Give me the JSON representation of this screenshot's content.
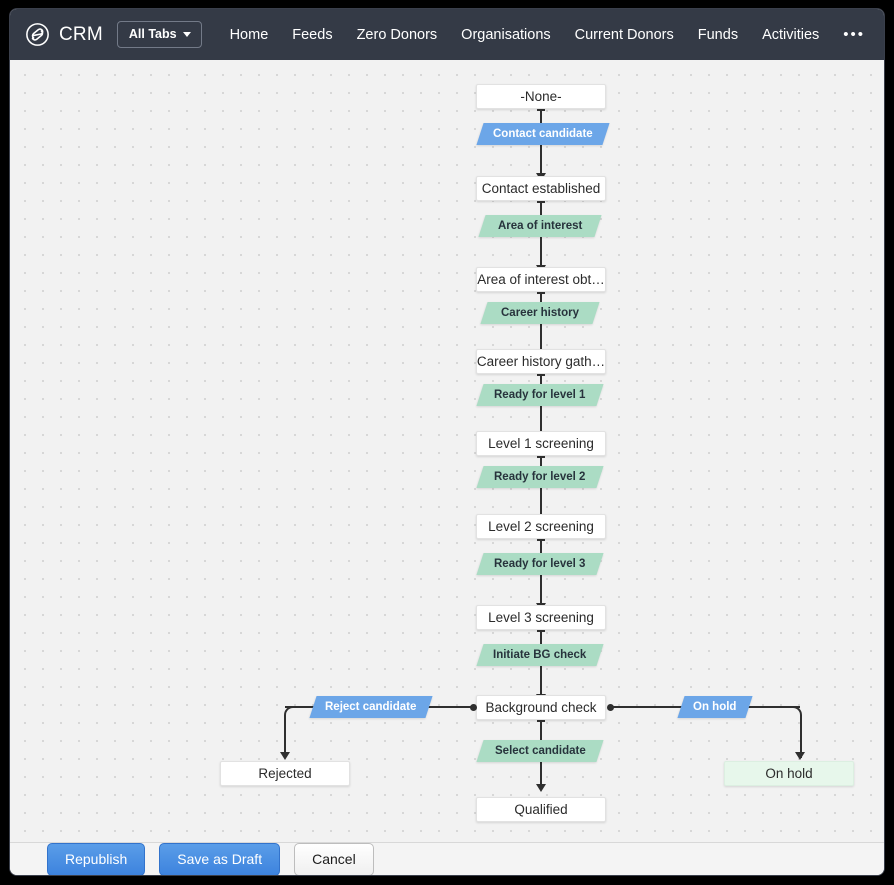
{
  "nav": {
    "brand": "CRM",
    "brand_logo_icon": "infinity-circle-logo-icon",
    "all_tabs_label": "All Tabs",
    "caret_icon": "chevron-down-icon",
    "more_icon": "overflow-ellipsis-icon",
    "more_label": "•••",
    "links": [
      "Home",
      "Feeds",
      "Zero Donors",
      "Organisations",
      "Current Donors",
      "Funds",
      "Activities"
    ],
    "background": "#343a46"
  },
  "diagram": {
    "nodes": [
      {
        "label": "-None-",
        "style": "white"
      },
      {
        "label": "Contact established",
        "style": "white"
      },
      {
        "label": "Area of interest obt…",
        "style": "white"
      },
      {
        "label": "Career history gath…",
        "style": "white"
      },
      {
        "label": "Level 1 screening",
        "style": "white"
      },
      {
        "label": "Level 2 screening",
        "style": "white"
      },
      {
        "label": "Level 3 screening",
        "style": "white"
      },
      {
        "label": "Background check",
        "style": "white"
      },
      {
        "label": "Qualified",
        "style": "white"
      },
      {
        "label": "Rejected",
        "style": "white"
      },
      {
        "label": "On hold",
        "style": "green"
      }
    ],
    "transitions": [
      {
        "label": "Contact candidate",
        "color": "blue"
      },
      {
        "label": "Area of interest",
        "color": "green"
      },
      {
        "label": "Career history",
        "color": "green"
      },
      {
        "label": "Ready for level 1",
        "color": "green"
      },
      {
        "label": "Ready for level 2",
        "color": "green"
      },
      {
        "label": "Ready for level 3",
        "color": "green"
      },
      {
        "label": "Initiate BG check",
        "color": "green"
      },
      {
        "label": "Select candidate",
        "color": "green"
      },
      {
        "label": "Reject candidate",
        "color": "blue"
      },
      {
        "label": "On hold",
        "color": "blue"
      }
    ],
    "colors": {
      "blue_transition": "#6ca6e8",
      "green_transition": "#abdcc4",
      "green_node": "#e7f7eb",
      "node": "#ffffff",
      "connector": "#2f2f2f",
      "canvas": "#f2f2f2",
      "dot_grid": "#d2d2d2"
    }
  },
  "footer": {
    "republish_label": "Republish",
    "save_draft_label": "Save as Draft",
    "cancel_label": "Cancel"
  }
}
